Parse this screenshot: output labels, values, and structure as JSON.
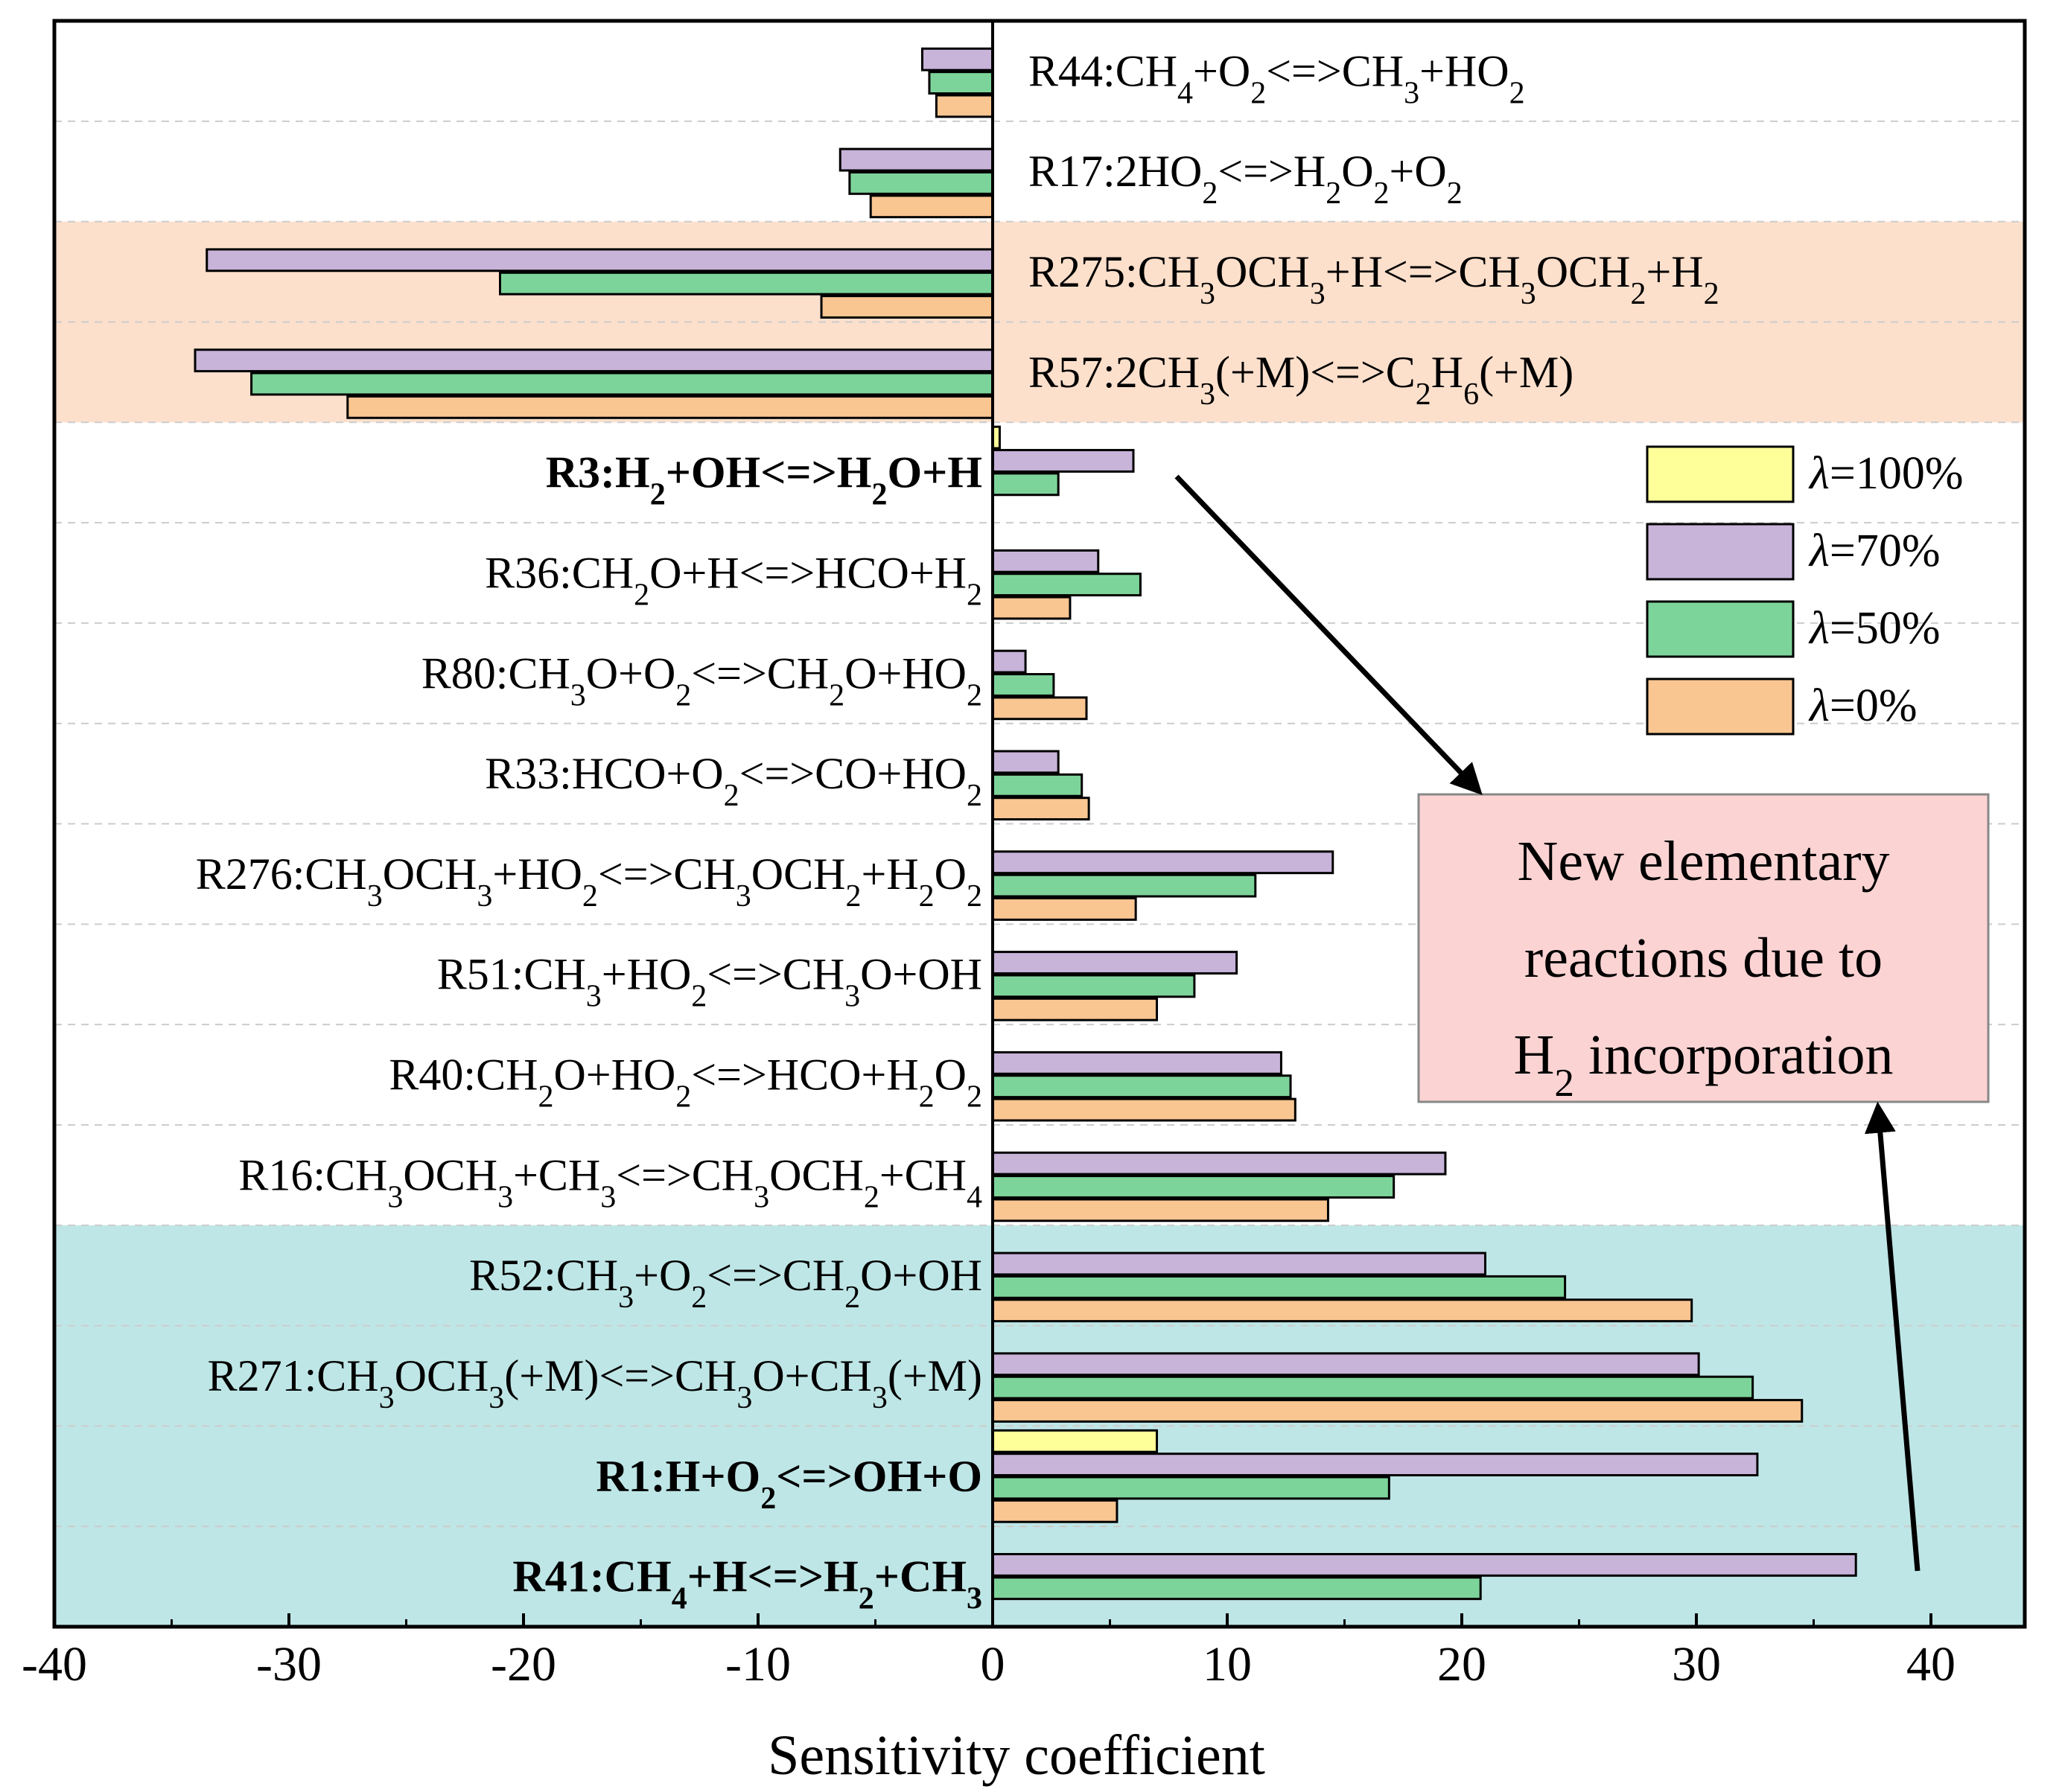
{
  "chart_data": {
    "type": "bar",
    "orientation": "horizontal",
    "xlabel": "Sensitivity coefficient",
    "ylabel": "",
    "xlim": [
      -40,
      44
    ],
    "xticks": [
      "-40",
      "-30",
      "-20",
      "-10",
      "0",
      "10",
      "20",
      "30",
      "40"
    ],
    "grid": "horizontal dashed separators",
    "legend": "right",
    "series": [
      {
        "name": "λ=100%",
        "color": "#ffff99"
      },
      {
        "name": "λ=70%",
        "color": "#c8b3d9"
      },
      {
        "name": "λ=50%",
        "color": "#7dd49a"
      },
      {
        "name": "λ=0%",
        "color": "#f9c591"
      }
    ],
    "reactions": [
      {
        "label": [
          [
            "R44:CH"
          ],
          [
            "4",
            "sub"
          ],
          [
            "+O"
          ],
          [
            "2",
            "sub"
          ],
          [
            "<=>CH"
          ],
          [
            "3",
            "sub"
          ],
          [
            "+HO"
          ],
          [
            "2",
            "sub"
          ]
        ],
        "side": "right",
        "style": "normal",
        "values": [
          null,
          -3.0,
          -2.7,
          -2.4
        ]
      },
      {
        "label": [
          [
            "R17:2HO"
          ],
          [
            "2",
            "sub"
          ],
          [
            "<=>H"
          ],
          [
            "2",
            "sub"
          ],
          [
            "O"
          ],
          [
            "2",
            "sub"
          ],
          [
            "+O"
          ],
          [
            "2",
            "sub"
          ]
        ],
        "side": "right",
        "style": "normal",
        "values": [
          null,
          -6.5,
          -6.1,
          -5.2
        ]
      },
      {
        "label": [
          [
            "R275:CH"
          ],
          [
            "3",
            "sub"
          ],
          [
            "OCH"
          ],
          [
            "3",
            "sub"
          ],
          [
            "+H<=>CH"
          ],
          [
            "3",
            "sub"
          ],
          [
            "OCH"
          ],
          [
            "2",
            "sub"
          ],
          [
            "+H"
          ],
          [
            "2",
            "sub"
          ]
        ],
        "side": "right",
        "style": "normal",
        "values": [
          null,
          -33.5,
          -21.0,
          -7.3
        ]
      },
      {
        "label": [
          [
            "R57:2CH"
          ],
          [
            "3",
            "sub"
          ],
          [
            "(+M)<=>C"
          ],
          [
            "2",
            "sub"
          ],
          [
            "H"
          ],
          [
            "6",
            "sub"
          ],
          [
            "(+M)"
          ]
        ],
        "side": "right",
        "style": "normal",
        "values": [
          null,
          -34.0,
          -31.6,
          -27.5
        ]
      },
      {
        "label": [
          [
            "R3:H"
          ],
          [
            "2",
            "sub"
          ],
          [
            "+OH<=>H"
          ],
          [
            "2",
            "sub"
          ],
          [
            "O+H"
          ]
        ],
        "side": "left",
        "style": "red",
        "values": [
          0.3,
          6.0,
          2.8,
          null
        ]
      },
      {
        "label": [
          [
            "R36:CH"
          ],
          [
            "2",
            "sub"
          ],
          [
            "O+H<=>HCO+H"
          ],
          [
            "2",
            "sub"
          ]
        ],
        "side": "left",
        "style": "normal",
        "values": [
          null,
          4.5,
          6.3,
          3.3
        ]
      },
      {
        "label": [
          [
            "R80:CH"
          ],
          [
            "3",
            "sub"
          ],
          [
            "O+O"
          ],
          [
            "2",
            "sub"
          ],
          [
            "<=>CH"
          ],
          [
            "2",
            "sub"
          ],
          [
            "O+HO"
          ],
          [
            "2",
            "sub"
          ]
        ],
        "side": "left",
        "style": "normal",
        "values": [
          null,
          1.4,
          2.6,
          4.0
        ]
      },
      {
        "label": [
          [
            "R33:HCO+O"
          ],
          [
            "2",
            "sub"
          ],
          [
            "<=>CO+HO"
          ],
          [
            "2",
            "sub"
          ]
        ],
        "side": "left",
        "style": "normal",
        "values": [
          null,
          2.8,
          3.8,
          4.1
        ]
      },
      {
        "label": [
          [
            "R276:CH"
          ],
          [
            "3",
            "sub"
          ],
          [
            "OCH"
          ],
          [
            "3",
            "sub"
          ],
          [
            "+HO"
          ],
          [
            "2",
            "sub"
          ],
          [
            "<=>CH"
          ],
          [
            "3",
            "sub"
          ],
          [
            "OCH"
          ],
          [
            "2",
            "sub"
          ],
          [
            "+H"
          ],
          [
            "2",
            "sub"
          ],
          [
            "O"
          ],
          [
            "2",
            "sub"
          ]
        ],
        "side": "left",
        "style": "normal",
        "values": [
          null,
          14.5,
          11.2,
          6.1
        ]
      },
      {
        "label": [
          [
            "R51:CH"
          ],
          [
            "3",
            "sub"
          ],
          [
            "+HO"
          ],
          [
            "2",
            "sub"
          ],
          [
            "<=>CH"
          ],
          [
            "3",
            "sub"
          ],
          [
            "O+OH"
          ]
        ],
        "side": "left",
        "style": "normal",
        "values": [
          null,
          10.4,
          8.6,
          7.0
        ]
      },
      {
        "label": [
          [
            "R40:CH"
          ],
          [
            "2",
            "sub"
          ],
          [
            "O+HO"
          ],
          [
            "2",
            "sub"
          ],
          [
            "<=>HCO+H"
          ],
          [
            "2",
            "sub"
          ],
          [
            "O"
          ],
          [
            "2",
            "sub"
          ]
        ],
        "side": "left",
        "style": "normal",
        "values": [
          null,
          12.3,
          12.7,
          12.9
        ]
      },
      {
        "label": [
          [
            "R16:CH"
          ],
          [
            "3",
            "sub"
          ],
          [
            "OCH"
          ],
          [
            "3",
            "sub"
          ],
          [
            "+CH"
          ],
          [
            "3",
            "sub"
          ],
          [
            "<=>CH"
          ],
          [
            "3",
            "sub"
          ],
          [
            "OCH"
          ],
          [
            "2",
            "sub"
          ],
          [
            "+CH"
          ],
          [
            "4",
            "sub"
          ]
        ],
        "side": "left",
        "style": "normal",
        "values": [
          null,
          19.3,
          17.1,
          14.3
        ]
      },
      {
        "label": [
          [
            "R52:CH"
          ],
          [
            "3",
            "sub"
          ],
          [
            "+O"
          ],
          [
            "2",
            "sub"
          ],
          [
            "<=>CH"
          ],
          [
            "2",
            "sub"
          ],
          [
            "O+OH"
          ]
        ],
        "side": "left",
        "style": "normal",
        "values": [
          null,
          21.0,
          24.4,
          29.8
        ]
      },
      {
        "label": [
          [
            "R271:CH"
          ],
          [
            "3",
            "sub"
          ],
          [
            "OCH"
          ],
          [
            "3",
            "sub"
          ],
          [
            "(+M)<=>CH"
          ],
          [
            "3",
            "sub"
          ],
          [
            "O+CH"
          ],
          [
            "3",
            "sub"
          ],
          [
            "(+M)"
          ]
        ],
        "side": "left",
        "style": "normal",
        "values": [
          null,
          30.1,
          32.4,
          34.5
        ]
      },
      {
        "label": [
          [
            "R1:H+O"
          ],
          [
            "2",
            "sub"
          ],
          [
            "<=>OH+O"
          ]
        ],
        "side": "left",
        "style": "blue",
        "values": [
          7.0,
          32.6,
          16.9,
          5.3
        ]
      },
      {
        "label": [
          [
            "R41:CH"
          ],
          [
            "4",
            "sub"
          ],
          [
            "+H<=>H"
          ],
          [
            "2",
            "sub"
          ],
          [
            "+CH"
          ],
          [
            "3",
            "sub"
          ]
        ],
        "side": "left",
        "style": "red",
        "values": [
          null,
          36.8,
          20.8,
          null
        ]
      }
    ],
    "highlight_bands": [
      {
        "rows": [
          2,
          3
        ],
        "color": "#fde0cc"
      },
      {
        "rows": [
          12,
          15
        ],
        "color": "#bfe6e6"
      }
    ],
    "annotation": {
      "lines": [
        [
          [
            "New elementary"
          ]
        ],
        [
          [
            "reactions due to"
          ]
        ],
        [
          [
            "H"
          ],
          [
            "2",
            "sub"
          ],
          [
            " incorporation"
          ]
        ]
      ],
      "box_color": "#fcd3d3"
    }
  }
}
